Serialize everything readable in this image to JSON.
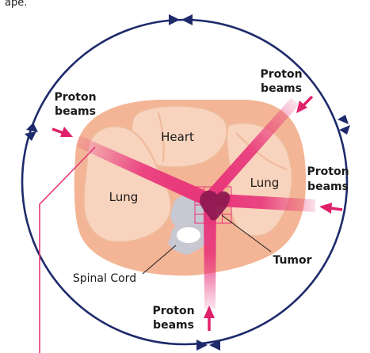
{
  "caption_fragment": "ape.",
  "labels": {
    "heart": "Heart",
    "lung_left": "Lung",
    "lung_right": "Lung",
    "spinal_cord": "Spinal Cord",
    "tumor": "Tumor"
  },
  "beam_labels": {
    "upper_left": [
      "Proton",
      "beams"
    ],
    "upper_right": [
      "Proton",
      "beams"
    ],
    "right": [
      "Proton",
      "beams"
    ],
    "bottom": [
      "Proton",
      "beams"
    ]
  },
  "colors": {
    "ring": "#1f2a6b",
    "body": "#f3b595",
    "organ": "#f8d3bd",
    "beam": "#e8357a",
    "arrow": "#e0206a",
    "spine": "#c8c8d2",
    "tumor": "#8c1850",
    "text": "#1a1a1a"
  }
}
